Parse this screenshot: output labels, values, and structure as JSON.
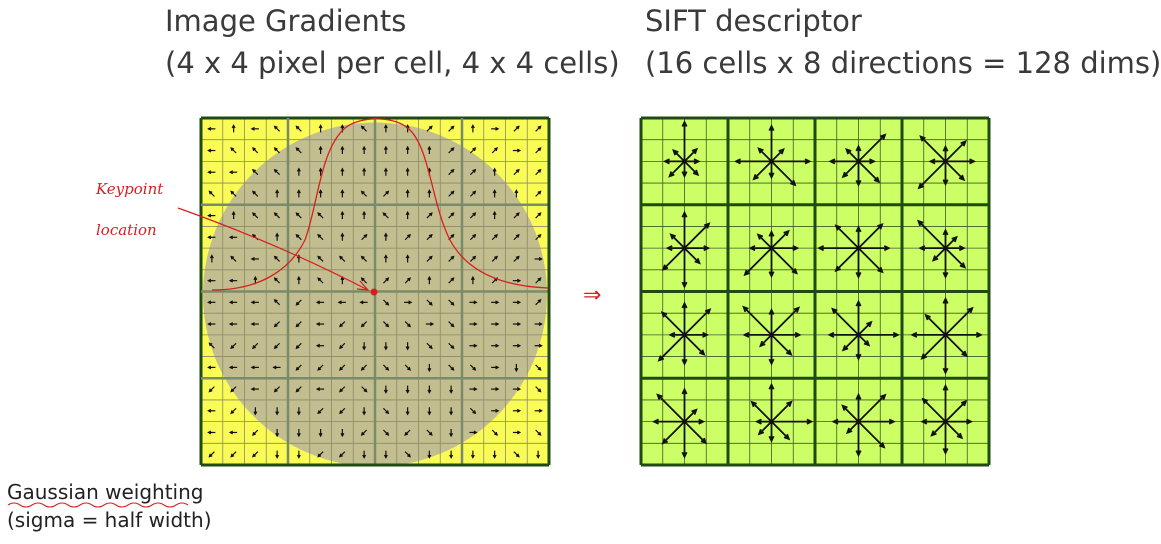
{
  "left_panel": {
    "title_line1": "Image Gradients",
    "title_line2": "(4 x 4 pixel per cell, 4 x 4 cells)",
    "annotation_line1": "Keypoint",
    "annotation_line2": "location",
    "caption_line1": "Gaussian weighting",
    "caption_line2": "(sigma = half width)"
  },
  "implies_symbol": "⇒",
  "right_panel": {
    "title_line1": "SIFT descriptor",
    "title_line2": "(16 cells x 8 directions = 128 dims)"
  },
  "colors": {
    "grid_bg": "#fbfb55",
    "cell_border": "#1f4a12",
    "gaussian_overlay": "#b8b39a",
    "descriptor_bg": "#ccff66",
    "annotation": "#d62020",
    "arrow": "#111111"
  }
}
